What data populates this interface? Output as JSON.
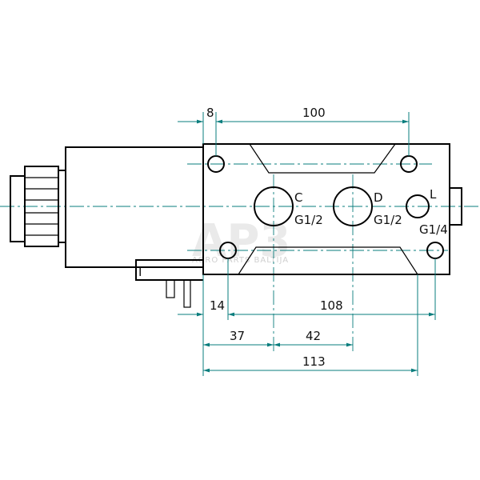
{
  "watermark": {
    "logo": "AP3",
    "tagline": "AGRO PARTS BALTIJA"
  },
  "dimensions": {
    "top_small": "8",
    "top_span": "100",
    "left_offset": "14",
    "right_span": "108",
    "d37": "37",
    "d42": "42",
    "d113": "113"
  },
  "ports": [
    {
      "letter": "C",
      "thread": "G1/2"
    },
    {
      "letter": "D",
      "thread": "G1/2"
    },
    {
      "letter": "L",
      "thread": "G1/4"
    }
  ],
  "connector_mark": "I"
}
